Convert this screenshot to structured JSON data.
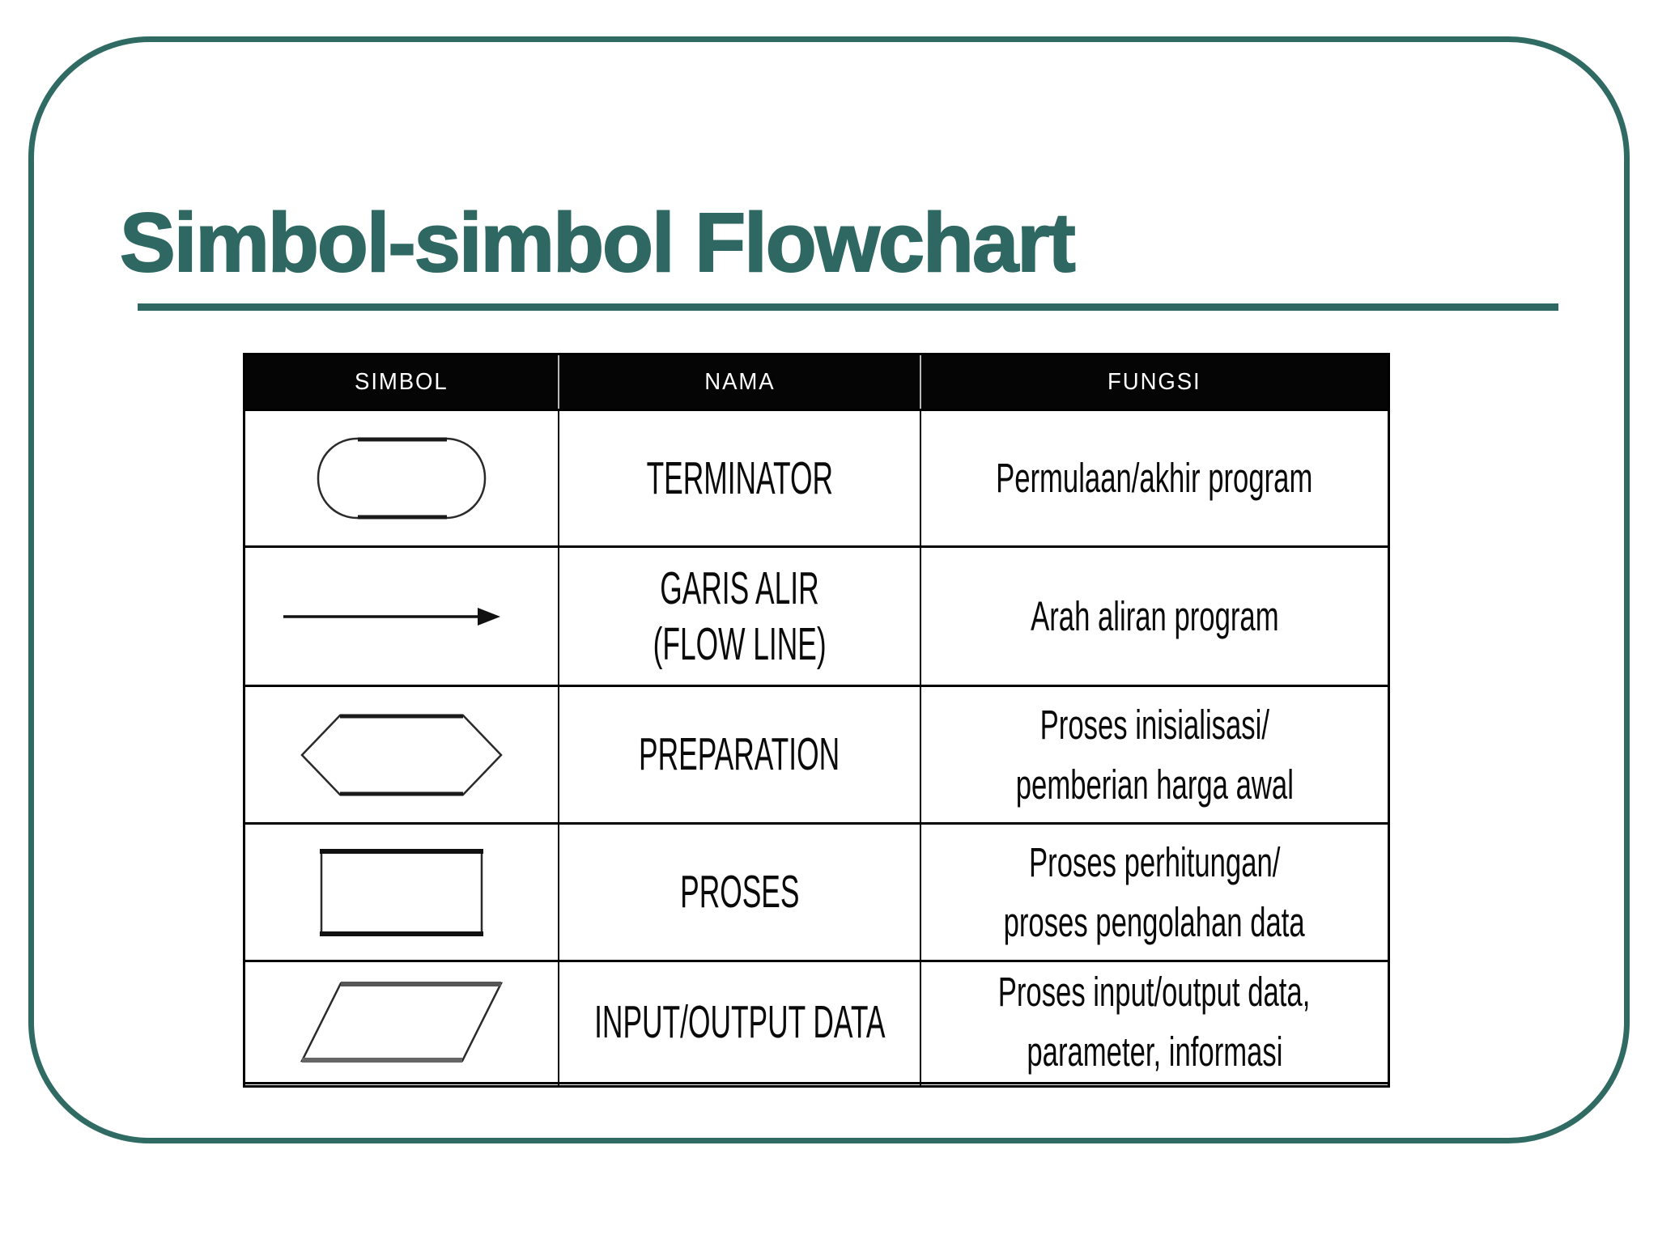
{
  "slide": {
    "title": "Simbol-simbol Flowchart",
    "accent_color": "#2f6862",
    "header_bg": "#000000",
    "header_text_color": "#ffffff"
  },
  "table": {
    "headers": [
      "SIMBOL",
      "NAMA",
      "FUNGSI"
    ],
    "rows": [
      {
        "symbol_shape": "rounded-rectangle-terminator",
        "name_lines": [
          "TERMINATOR"
        ],
        "function_lines": [
          "Permulaan/akhir program"
        ]
      },
      {
        "symbol_shape": "right-arrow-flow-line",
        "name_lines": [
          "GARIS ALIR",
          "(FLOW LINE)"
        ],
        "function_lines": [
          "Arah aliran program"
        ]
      },
      {
        "symbol_shape": "hexagon-preparation",
        "name_lines": [
          "PREPARATION"
        ],
        "function_lines": [
          "Proses inisialisasi/",
          "pemberian harga awal"
        ]
      },
      {
        "symbol_shape": "rectangle-process",
        "name_lines": [
          "PROSES"
        ],
        "function_lines": [
          "Proses perhitungan/",
          "proses pengolahan data"
        ]
      },
      {
        "symbol_shape": "parallelogram-input-output",
        "name_lines": [
          "INPUT/OUTPUT DATA"
        ],
        "function_lines": [
          "Proses input/output data,",
          "parameter, informasi"
        ]
      }
    ]
  }
}
